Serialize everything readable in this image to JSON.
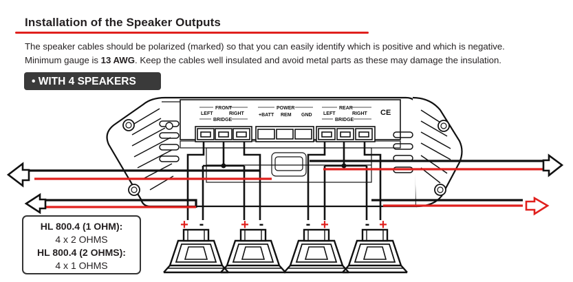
{
  "title": "Installation of the Speaker Outputs",
  "paragraph": {
    "line1": "The speaker cables should be polarized (marked) so that you can easily identify which is positive and which is negative.",
    "line2_prefix": "Minimum gauge is ",
    "line2_bold": "13 AWG",
    "line2_suffix": ". Keep the cables well insulated and avoid metal parts as these may damage the insulation."
  },
  "badge": "• WITH 4 SPEAKERS",
  "panel": {
    "front": "FRONT",
    "left": "LEFT",
    "right": "RIGHT",
    "bridge": "BRIDGE",
    "power": "POWER",
    "batt": "+BATT",
    "rem": "REM",
    "gnd": "GND",
    "rear": "REAR",
    "ce": "CE"
  },
  "polarity": {
    "plus": "+",
    "minus": "-"
  },
  "infobox": {
    "l1": "HL 800.4 (1 OHM):",
    "l2": "4 x 2 OHMS",
    "l3": "HL 800.4 (2 OHMS):",
    "l4": "4 x 1 OHMS"
  },
  "colors": {
    "accent_red": "#e0201d",
    "dark": "#231f20",
    "badge_bg": "#3a3a3a"
  }
}
